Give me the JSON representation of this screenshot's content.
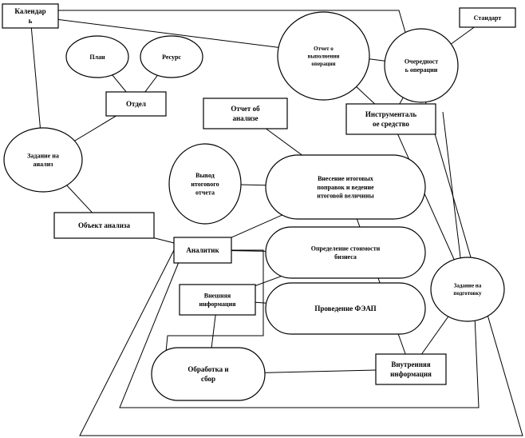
{
  "nodes": {
    "calendar": {
      "shape": "rect",
      "lines": [
        "Календар",
        "ь"
      ]
    },
    "standard": {
      "shape": "rect",
      "lines": [
        "Стандарт"
      ]
    },
    "plan": {
      "shape": "ellipse",
      "lines": [
        "План"
      ]
    },
    "resource": {
      "shape": "ellipse",
      "lines": [
        "Ресурс"
      ]
    },
    "department": {
      "shape": "rect",
      "lines": [
        "Отдел"
      ]
    },
    "ops_report": {
      "shape": "ellipse",
      "lines": [
        "Отчет о",
        "выполнении",
        "операции"
      ]
    },
    "op_order": {
      "shape": "ellipse",
      "lines": [
        "Очередност",
        "ь операции"
      ]
    },
    "analysis_report": {
      "shape": "rect",
      "lines": [
        "Отчет об",
        "анализе"
      ]
    },
    "tool": {
      "shape": "rect",
      "lines": [
        "Инструменталь",
        "ое средство"
      ]
    },
    "analysis_task": {
      "shape": "ellipse",
      "lines": [
        "Задание на",
        "анализ"
      ]
    },
    "final_output": {
      "shape": "ellipse",
      "lines": [
        "Вывод",
        "итогового",
        "отчета"
      ]
    },
    "final_corrections": {
      "shape": "pill",
      "lines": [
        "Внесение  итоговых",
        "поправок и ведение",
        "итоговой величины"
      ]
    },
    "analysis_object": {
      "shape": "rect",
      "lines": [
        "Объект анализа"
      ]
    },
    "analyst": {
      "shape": "rect",
      "lines": [
        "Аналитик"
      ]
    },
    "business_value": {
      "shape": "pill",
      "lines": [
        "Определение стоимости",
        "бизнеса"
      ]
    },
    "prep_task": {
      "shape": "ellipse",
      "lines": [
        "Задание на",
        "подготовку"
      ]
    },
    "external_info": {
      "shape": "rect",
      "lines": [
        "Внешняя",
        "информация"
      ]
    },
    "feap": {
      "shape": "pill",
      "lines": [
        "Проведение ФЭАП"
      ]
    },
    "processing": {
      "shape": "pill",
      "lines": [
        "Обработка и",
        "сбор"
      ]
    },
    "internal_info": {
      "shape": "rect",
      "lines": [
        "Внутренняя",
        "информация"
      ]
    }
  },
  "edges": [
    [
      "plan",
      "department"
    ],
    [
      "resource",
      "department"
    ],
    [
      "department",
      "analysis_task"
    ],
    [
      "calendar",
      "analysis_task"
    ],
    [
      "analysis_task",
      "analysis_object"
    ],
    [
      "analysis_object",
      "analyst"
    ],
    [
      "analysis_report",
      "final_corrections"
    ],
    [
      "final_output",
      "final_corrections"
    ],
    [
      "analyst",
      "final_corrections"
    ],
    [
      "analyst",
      "business_value"
    ],
    [
      "external_info",
      "business_value"
    ],
    [
      "external_info",
      "feap"
    ],
    [
      "external_info",
      "processing"
    ],
    [
      "processing",
      "internal_info"
    ],
    [
      "ops_report",
      "tool"
    ],
    [
      "op_order",
      "tool"
    ],
    [
      "standard",
      "op_order"
    ],
    [
      "tool",
      "prep_task"
    ],
    [
      "calendar",
      "op_order"
    ],
    [
      "final_corrections",
      "internal_info"
    ],
    [
      "prep_task",
      "internal_info"
    ]
  ]
}
